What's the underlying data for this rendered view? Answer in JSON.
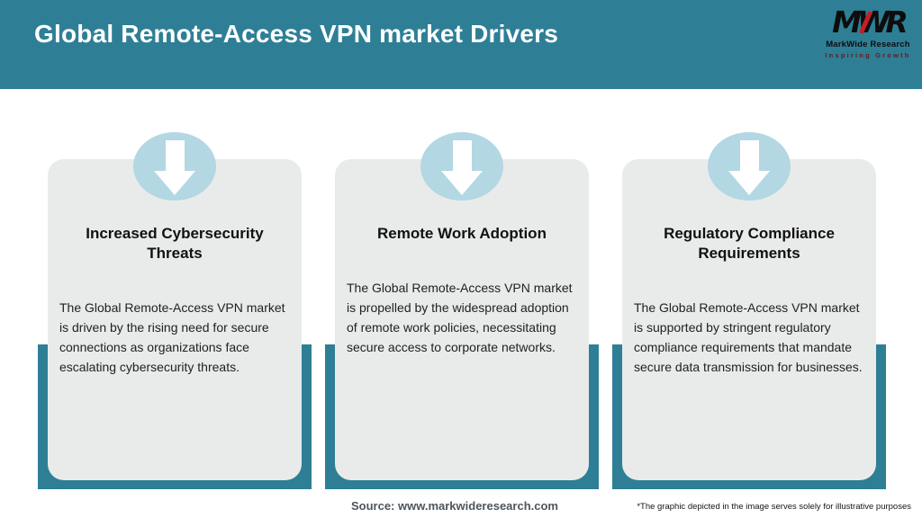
{
  "header": {
    "title": "Global Remote-Access VPN market Drivers",
    "logo": {
      "acronym": "MWR",
      "name": "MarkWide Research",
      "tagline": "Inspiring Growth"
    }
  },
  "cards": [
    {
      "title": "Increased Cybersecurity\nThreats",
      "body": "The Global Remote-Access VPN market\nis driven by the rising need for secure\nconnections as organizations face\nescalating cybersecurity threats.",
      "icon": "down-arrow-icon"
    },
    {
      "title": "Remote Work Adoption",
      "body": "The Global Remote-Access VPN market\nis propelled by the widespread adoption\nof remote work policies, necessitating\nsecure access to corporate networks.",
      "icon": "down-arrow-icon"
    },
    {
      "title": "Regulatory Compliance\nRequirements",
      "body": "The Global Remote-Access VPN market\nis supported by stringent regulatory\ncompliance requirements that mandate\nsecure data transmission for businesses.",
      "icon": "down-arrow-icon"
    }
  ],
  "footer": {
    "source": "Source: www.markwideresearch.com",
    "disclaimer": "*The graphic depicted in the image serves solely for illustrative purposes"
  },
  "colors": {
    "teal": "#2E7F96",
    "circle_blue": "#B3D7E3",
    "card_gray": "#E9EBEA",
    "logo_red": "#C22026",
    "tagline_maroon": "#641B1B",
    "source_text": "#4E565C"
  }
}
